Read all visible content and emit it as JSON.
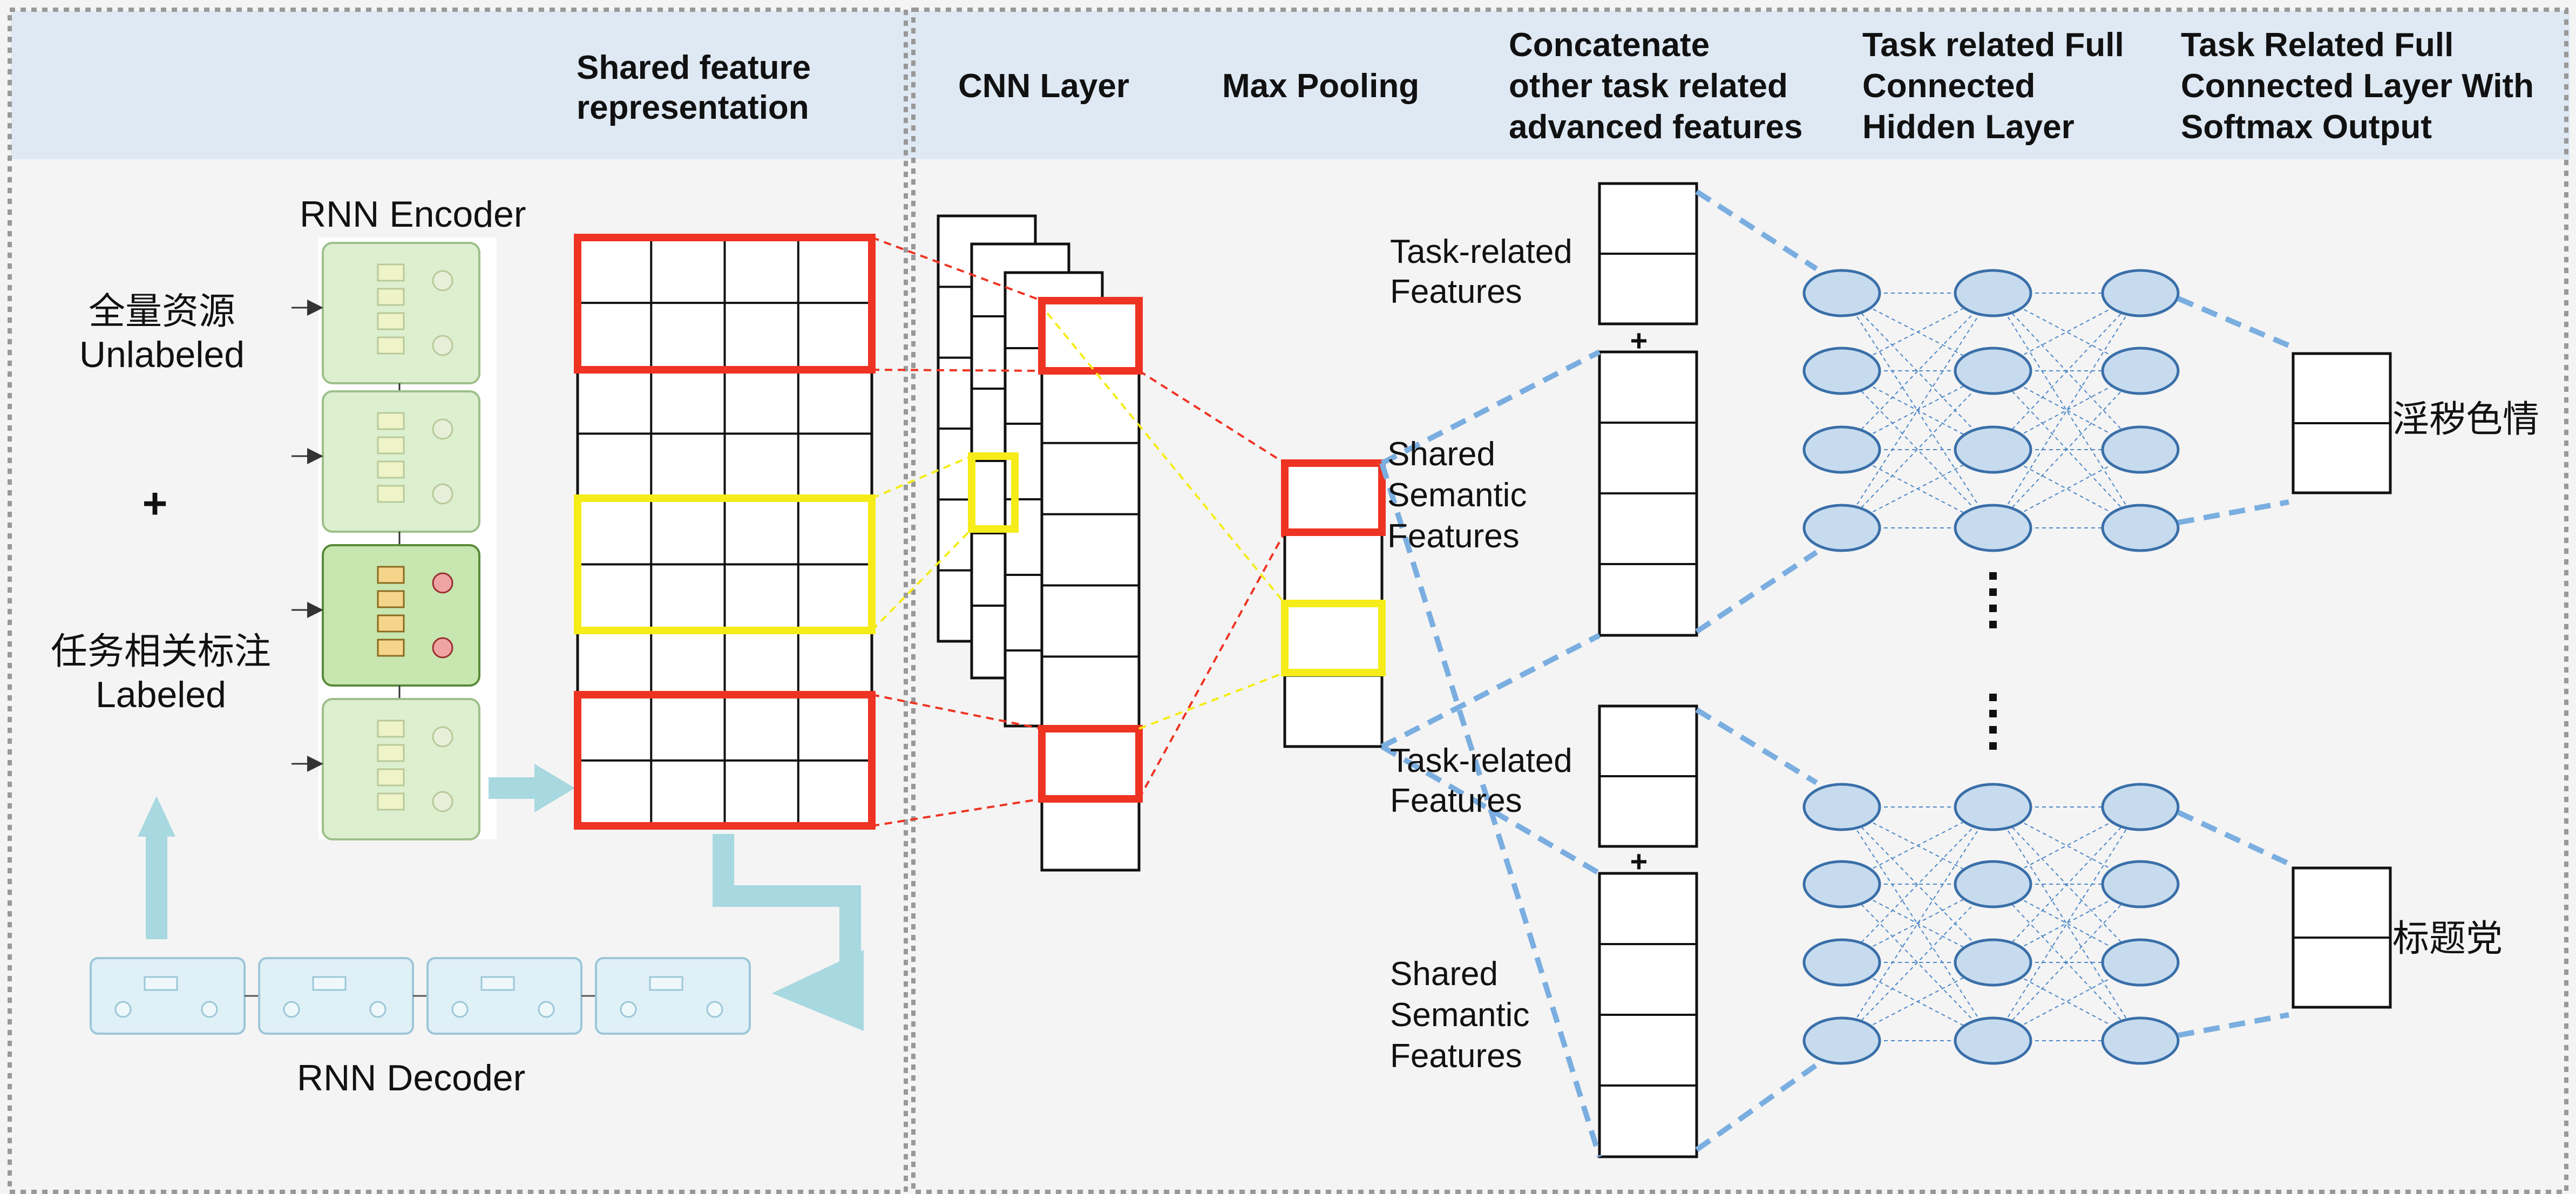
{
  "headers": {
    "shared_feature": [
      "Shared feature",
      "representation"
    ],
    "cnn": "CNN Layer",
    "maxpool": "Max Pooling",
    "concat": [
      "Concatenate",
      "other task related",
      "advanced features"
    ],
    "hidden": [
      "Task related Full",
      "Connected",
      "Hidden Layer"
    ],
    "softmax": [
      "Task Related Full",
      "Connected Layer With",
      "Softmax Output"
    ]
  },
  "left": {
    "encoder": "RNN Encoder",
    "decoder": "RNN Decoder",
    "unlabeled_cn": "全量资源",
    "unlabeled_en": "Unlabeled",
    "plus": "+",
    "labeled_cn": "任务相关标注",
    "labeled_en": "Labeled"
  },
  "features": {
    "task_related": [
      "Task-related",
      "Features"
    ],
    "shared_semantic": [
      "Shared",
      "Semantic",
      "Features"
    ],
    "plus": "+"
  },
  "outputs": {
    "top": "淫秽色情",
    "bottom": "标题党"
  },
  "colors": {
    "header_band": "#dfe9f4",
    "panel_bg": "#f4f4f4",
    "red": "#ee3322",
    "yellow": "#f5ec1a",
    "neuron_fill": "#c7dbef",
    "neuron_stroke": "#3a6fa8",
    "dash_blue": "#7aaee0",
    "arrow": "#a8d8e0"
  }
}
